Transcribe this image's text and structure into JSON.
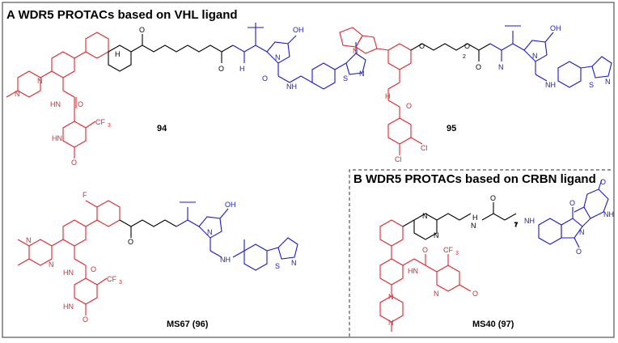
{
  "panel_a": {
    "title": "A WDR5 PROTACs based on VHL ligand",
    "compounds": [
      {
        "label": "94"
      },
      {
        "label": "95"
      },
      {
        "label": "MS67 (96)"
      }
    ]
  },
  "panel_b": {
    "title": "B WDR5 PROTACs based on CRBN ligand",
    "compounds": [
      {
        "label": "MS40 (97)"
      }
    ]
  },
  "atoms": {
    "N": "N",
    "O": "O",
    "S": "S",
    "F": "F",
    "Cl": "Cl",
    "H": "H",
    "HN": "HN",
    "NH": "NH",
    "OH": "OH",
    "CF3": "CF",
    "CF3_sub": "3",
    "n2": "2",
    "n7": "7"
  },
  "colors": {
    "wdr5_ligand": "#e0262b",
    "e3_ligand": "#1a1ac8",
    "linker": "#000000",
    "border": "#555555"
  }
}
